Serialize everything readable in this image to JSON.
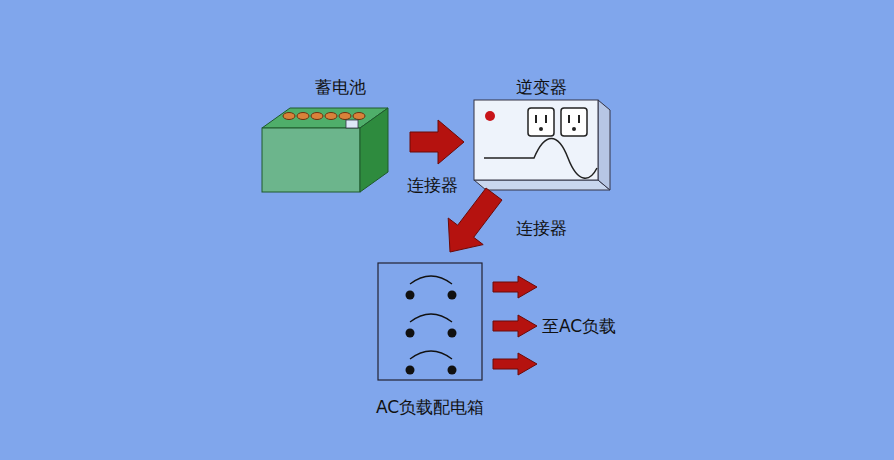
{
  "diagram": {
    "nodes": [
      {
        "text": [
          "蓄电池"
        ]
      },
      {
        "text": [
          "逆变器"
        ]
      },
      {
        "text": [
          "AC负载配电箱"
        ]
      }
    ],
    "edges": [
      {
        "from": 0,
        "to": 1,
        "arrow": "to",
        "label": "连接器"
      },
      {
        "from": 1,
        "to": 2,
        "arrow": "to",
        "label": "连接器"
      }
    ],
    "labels": [
      "至AC负载"
    ]
  }
}
